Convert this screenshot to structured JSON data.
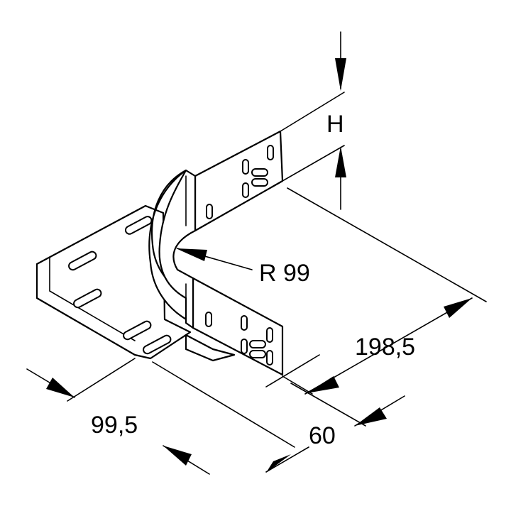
{
  "diagram": {
    "dimensions": {
      "height_label": "H",
      "radius_label": "R 99",
      "length_label": "198,5",
      "width_label": "60",
      "offset_label": "99,5"
    }
  }
}
